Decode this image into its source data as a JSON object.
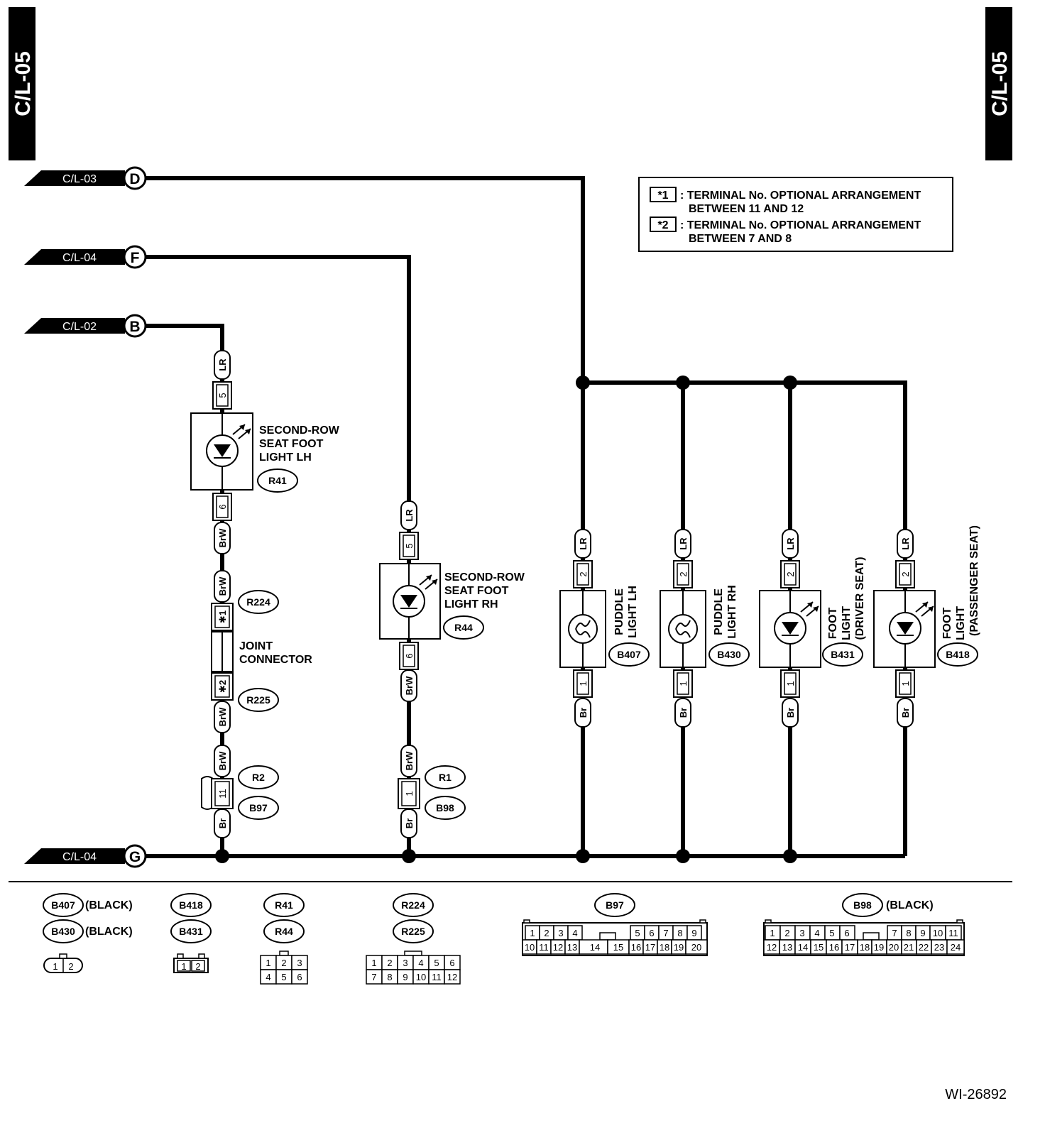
{
  "header": {
    "page_code_left": "C/L-05",
    "page_code_right": "C/L-05",
    "figure_id": "WI-26892"
  },
  "legend": [
    {
      "mark": "*1",
      "line1": ": TERMINAL No. OPTIONAL ARRANGEMENT",
      "line2": "BETWEEN 11 AND 12"
    },
    {
      "mark": "*2",
      "line1": ": TERMINAL No. OPTIONAL ARRANGEMENT",
      "line2": "BETWEEN 7 AND 8"
    }
  ],
  "connections": [
    {
      "ref": "C/L-03",
      "letter": "D"
    },
    {
      "ref": "C/L-04",
      "letter": "F"
    },
    {
      "ref": "C/L-02",
      "letter": "B"
    },
    {
      "ref": "C/L-04",
      "letter": "G"
    }
  ],
  "wires": {
    "lr": "LR",
    "brw": "BrW",
    "br": "Br"
  },
  "pins": {
    "p5": "5",
    "p6": "6",
    "p2": "2",
    "p1": "1",
    "p11": "11",
    "j1": "✱1",
    "j2": "✱2"
  },
  "components": {
    "r41": {
      "name": [
        "SECOND-ROW",
        "SEAT FOOT",
        "LIGHT LH"
      ],
      "connector": "R41"
    },
    "r44": {
      "name": [
        "SECOND-ROW",
        "SEAT FOOT",
        "LIGHT RH"
      ],
      "connector": "R44"
    },
    "joint": {
      "name": [
        "JOINT",
        "CONNECTOR"
      ],
      "connector_top": "R224",
      "connector_bottom": "R225"
    },
    "r2b97": {
      "connector_a": "R2",
      "connector_b": "B97"
    },
    "r1b98": {
      "connector_a": "R1",
      "connector_b": "B98"
    },
    "b407": {
      "name": [
        "PUDDLE",
        "LIGHT LH"
      ],
      "connector": "B407"
    },
    "b430": {
      "name": [
        "PUDDLE",
        "LIGHT RH"
      ],
      "connector": "B430"
    },
    "b431": {
      "name": [
        "FOOT",
        "LIGHT",
        "(DRIVER SEAT)"
      ],
      "connector": "B431"
    },
    "b418": {
      "name": [
        "FOOT",
        "LIGHT",
        "(PASSENGER SEAT)"
      ],
      "connector": "B418"
    }
  },
  "connector_table": {
    "g1": {
      "rows": [
        {
          "id": "B407",
          "color": "(BLACK)"
        },
        {
          "id": "B430",
          "color": "(BLACK)"
        }
      ],
      "pins": [
        "1",
        "2"
      ]
    },
    "g2": {
      "rows": [
        {
          "id": "B418"
        },
        {
          "id": "B431"
        }
      ],
      "pins": [
        "1",
        "2"
      ]
    },
    "g3": {
      "rows": [
        {
          "id": "R41"
        },
        {
          "id": "R44"
        }
      ],
      "pins": [
        [
          "1",
          "2",
          "3"
        ],
        [
          "4",
          "5",
          "6"
        ]
      ]
    },
    "g4": {
      "rows": [
        {
          "id": "R224"
        },
        {
          "id": "R225"
        }
      ],
      "pins": [
        [
          "1",
          "2",
          "3",
          "4",
          "5",
          "6"
        ],
        [
          "7",
          "8",
          "9",
          "10",
          "11",
          "12"
        ]
      ]
    },
    "g5": {
      "id": "B97",
      "top_left": [
        "1",
        "2",
        "3",
        "4"
      ],
      "top_right": [
        "5",
        "6",
        "7",
        "8",
        "9"
      ],
      "bottom_left": [
        "10",
        "11",
        "12",
        "13",
        "14"
      ],
      "bottom_right": [
        "15",
        "16",
        "17",
        "18",
        "19",
        "20"
      ]
    },
    "g6": {
      "id": "B98",
      "color": "(BLACK)",
      "top_left": [
        "1",
        "2",
        "3",
        "4",
        "5",
        "6"
      ],
      "top_right": [
        "7",
        "8",
        "9",
        "10",
        "11"
      ],
      "bottom_left": [
        "12",
        "13",
        "14",
        "15",
        "16",
        "17",
        "18"
      ],
      "bottom_right": [
        "19",
        "20",
        "21",
        "22",
        "23",
        "24"
      ]
    }
  }
}
